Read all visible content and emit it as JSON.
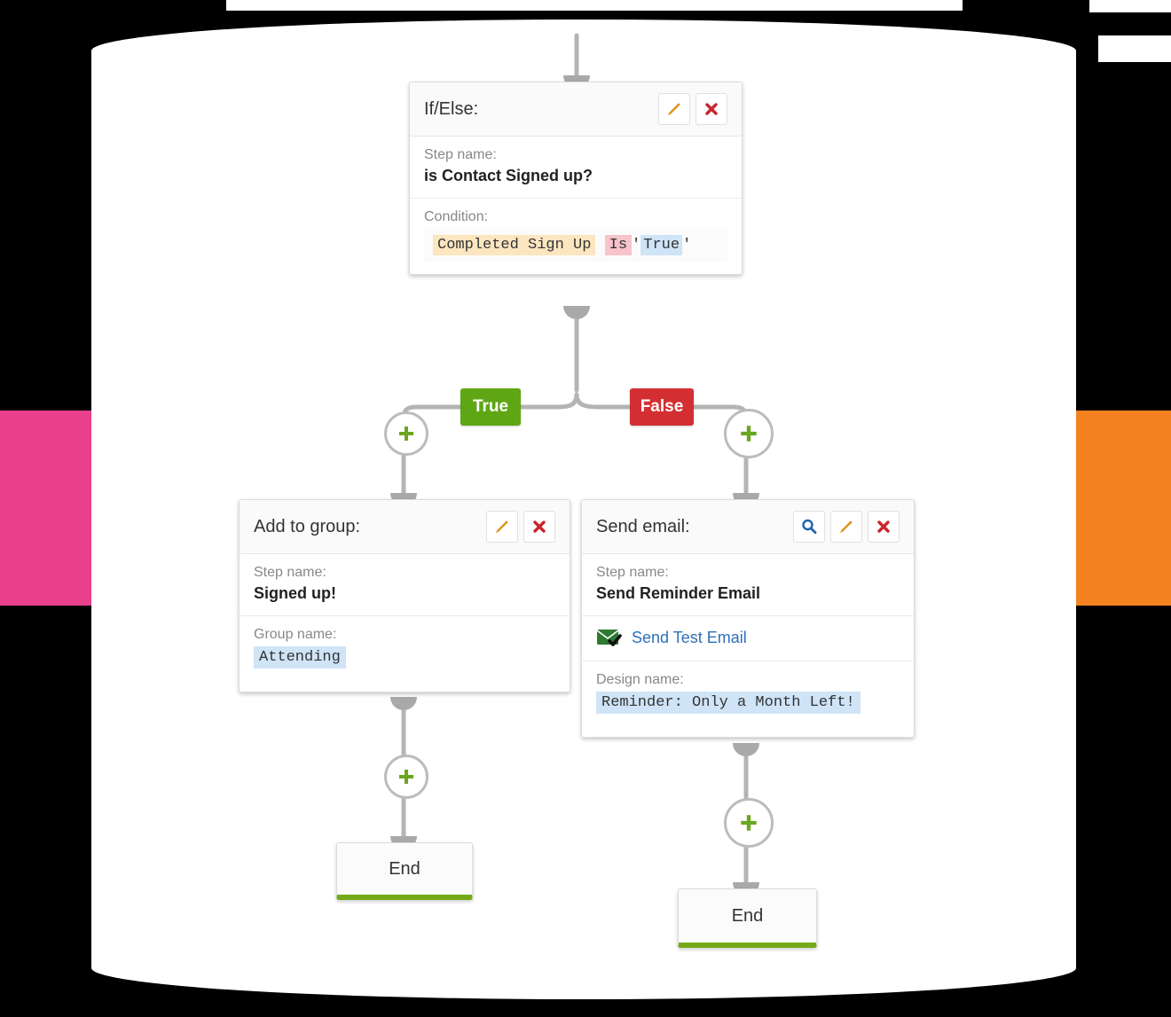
{
  "flow": {
    "decision_card": {
      "type_label": "If/Else:",
      "step_name_label": "Step name:",
      "step_name_value": "is Contact Signed up?",
      "condition_label": "Condition:",
      "condition": {
        "field": "Completed Sign Up",
        "operator": "Is",
        "value": "True",
        "quote_open": "'",
        "quote_close": "'"
      },
      "actions": [
        "edit-icon",
        "delete-icon"
      ]
    },
    "branches": {
      "true_label": "True",
      "false_label": "False"
    },
    "add_to_group_card": {
      "type_label": "Add to group:",
      "step_name_label": "Step name:",
      "step_name_value": "Signed up!",
      "group_name_label": "Group name:",
      "group_name_value": "Attending",
      "actions": [
        "edit-icon",
        "delete-icon"
      ]
    },
    "send_email_card": {
      "type_label": "Send email:",
      "step_name_label": "Step name:",
      "step_name_value": "Send Reminder Email",
      "send_test_label": "Send Test Email",
      "design_name_label": "Design name:",
      "design_name_value": "Reminder: Only a Month Left!",
      "actions": [
        "preview-icon",
        "edit-icon",
        "delete-icon"
      ]
    },
    "end_nodes": [
      {
        "label": "End"
      },
      {
        "label": "End"
      }
    ],
    "add_step_buttons": [
      {
        "name": "add-step-true-branch"
      },
      {
        "name": "add-step-false-branch"
      },
      {
        "name": "add-step-after-add-to-group"
      },
      {
        "name": "add-step-after-send-email"
      }
    ]
  },
  "colors": {
    "true_badge": "#5fa614",
    "false_badge": "#d32f33",
    "end_accent": "#74a918",
    "plus_green": "#6aa621",
    "link_blue": "#2f6fb5",
    "edit_orange": "#f5a623",
    "delete_red": "#c9252b",
    "preview_blue": "#1f63b0",
    "envelope_green": "#2f7a33",
    "deco_pink": "#e8408a",
    "deco_orange": "#f58220",
    "wire_gray": "#b4b4b4"
  }
}
